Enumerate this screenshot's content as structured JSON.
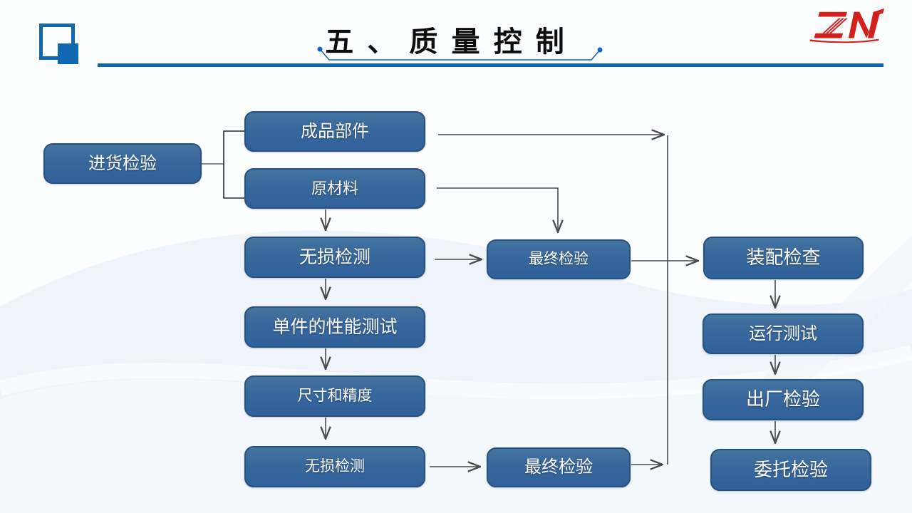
{
  "slide": {
    "title": "五 、 质 量 控 制",
    "logo_text": "ZN",
    "colors": {
      "accent_blue": "#0e67b2",
      "node_fill": "#38679c",
      "node_border": "#27517e",
      "connector_gray": "#4a4a4a",
      "logo_red": "#d4201c"
    }
  },
  "flowchart": {
    "nodes": [
      {
        "id": "incoming-inspection",
        "label": "进货检验"
      },
      {
        "id": "finished-parts",
        "label": "成品部件"
      },
      {
        "id": "raw-material",
        "label": "原材料"
      },
      {
        "id": "ndt-1",
        "label": "无损检测"
      },
      {
        "id": "unit-performance-test",
        "label": "单件的性能测试"
      },
      {
        "id": "dimension-precision",
        "label": "尺寸和精度"
      },
      {
        "id": "ndt-2",
        "label": "无损检测"
      },
      {
        "id": "final-inspection-1",
        "label": "最终检验"
      },
      {
        "id": "final-inspection-2",
        "label": "最终检验"
      },
      {
        "id": "assembly-check",
        "label": "装配检查"
      },
      {
        "id": "run-test",
        "label": "运行测试"
      },
      {
        "id": "factory-inspection",
        "label": "出厂检验"
      },
      {
        "id": "commissioned-inspection",
        "label": "委托检验"
      }
    ]
  }
}
